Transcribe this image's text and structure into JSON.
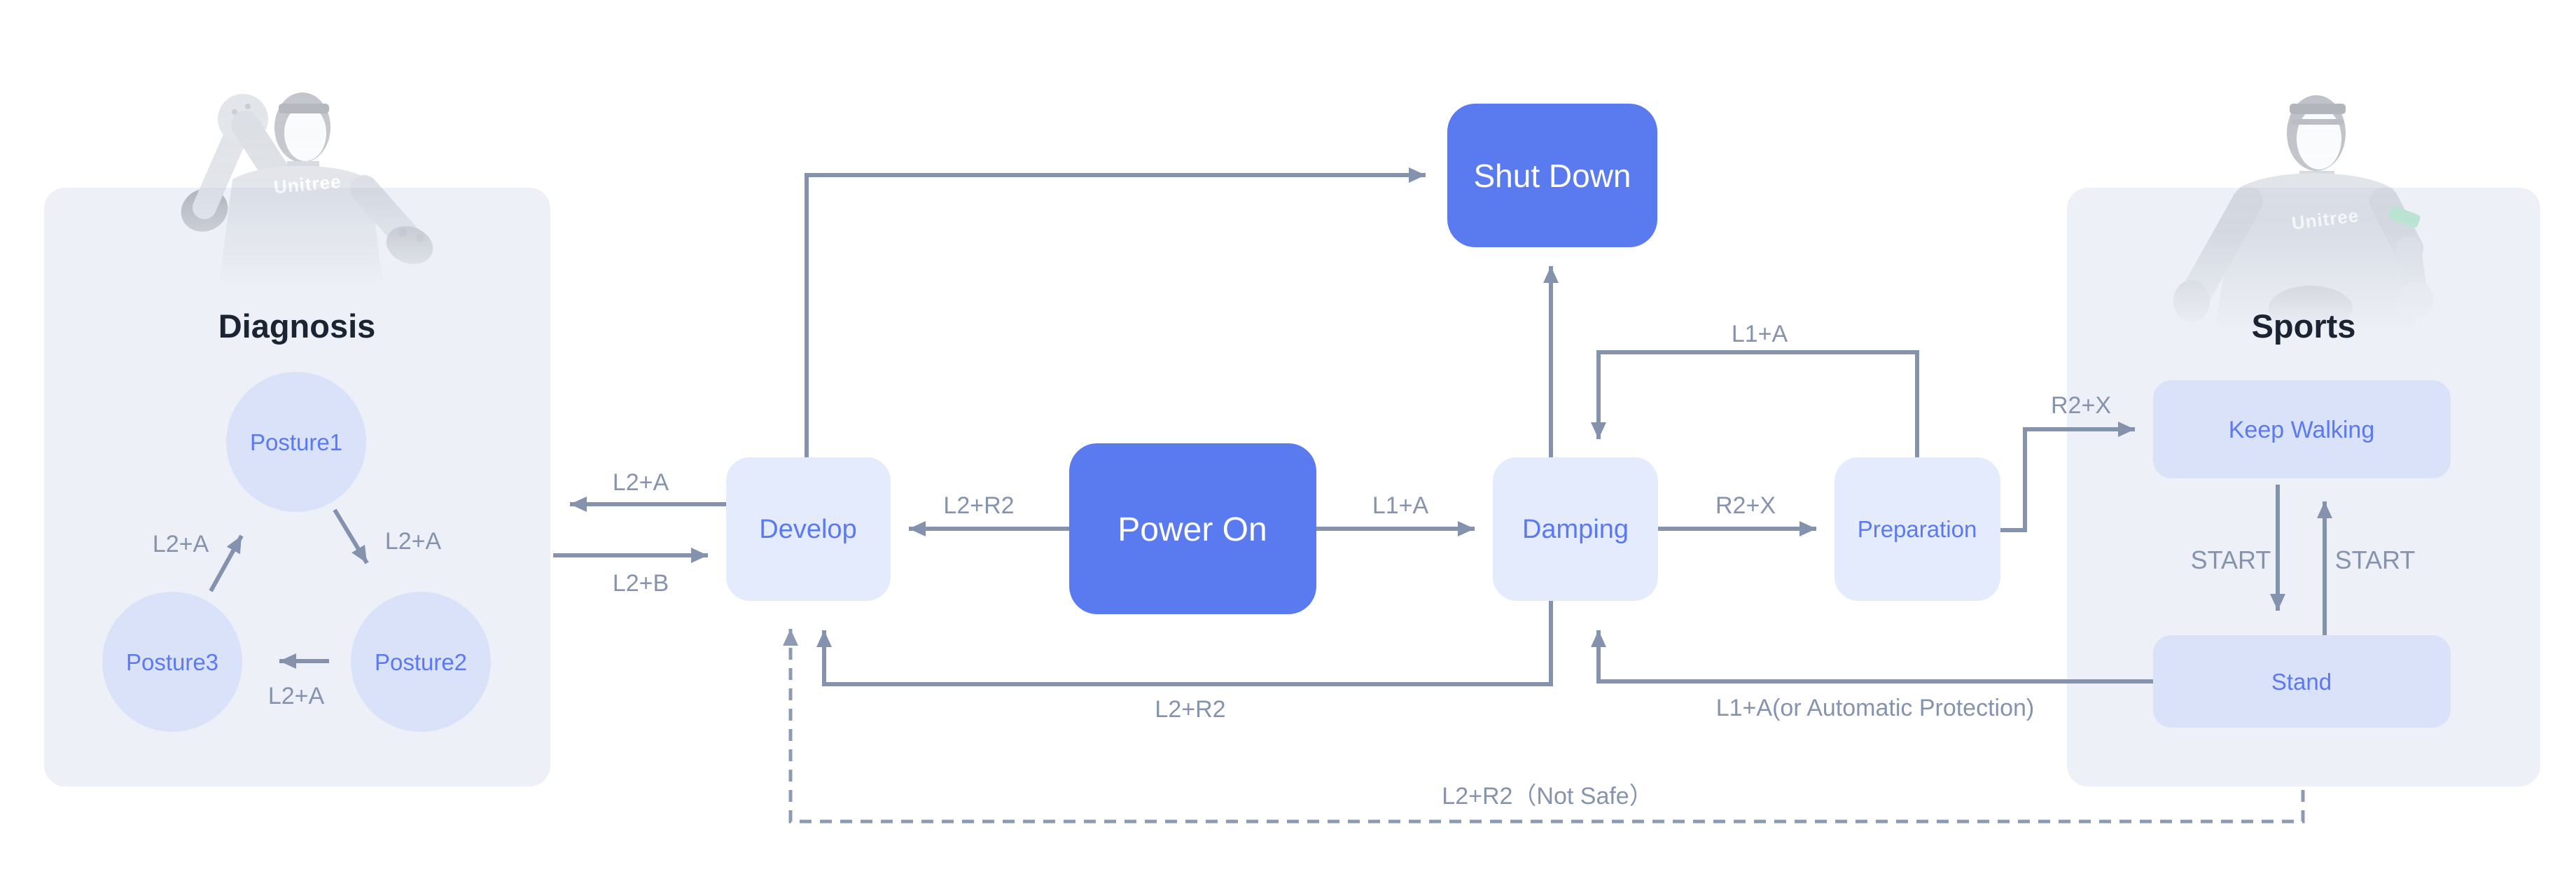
{
  "diagram": {
    "background": "#ffffff",
    "colors": {
      "panel_bg": "#edf0f6",
      "primary_node_bg": "#5a7bf0",
      "primary_node_text": "#ffffff",
      "light_node_bg": "#e3ebfc",
      "circle_node_bg": "#d9e2f9",
      "node_text": "#5b79f2",
      "arrow": "#8492ae",
      "edge_label": "#8593ae",
      "panel_title": "#1a2433",
      "armband_green": "#82d6a8"
    },
    "nodes": {
      "power_on": {
        "label": "Power On"
      },
      "shut_down": {
        "label": "Shut Down"
      },
      "develop": {
        "label": "Develop"
      },
      "damping": {
        "label": "Damping"
      },
      "preparation": {
        "label": "Preparation"
      }
    },
    "edges": {
      "develop_to_shut_down": {
        "from": "develop",
        "to": "shut_down",
        "label": "",
        "style": "solid"
      },
      "damping_to_shut_down": {
        "from": "damping",
        "to": "shut_down",
        "label": "",
        "style": "solid"
      },
      "power_to_develop": {
        "from": "power_on",
        "to": "develop",
        "label": "L2+R2",
        "style": "solid"
      },
      "power_to_damping": {
        "from": "power_on",
        "to": "damping",
        "label": "L1+A",
        "style": "solid"
      },
      "damping_to_preparation": {
        "from": "damping",
        "to": "preparation",
        "label": "R2+X",
        "style": "solid"
      },
      "preparation_to_damping": {
        "from": "preparation",
        "to": "damping",
        "label": "L1+A",
        "style": "solid"
      },
      "preparation_to_keep_walking": {
        "from": "preparation",
        "to": "keep_walking",
        "label": "R2+X",
        "style": "solid"
      },
      "develop_to_diagnosis": {
        "from": "develop",
        "to": "diagnosis",
        "label": "L2+A",
        "style": "solid"
      },
      "diagnosis_to_develop": {
        "from": "diagnosis",
        "to": "develop",
        "label": "L2+B",
        "style": "solid"
      },
      "damping_to_develop": {
        "from": "damping",
        "to": "develop",
        "label": "L2+R2",
        "style": "solid"
      },
      "stand_to_damping": {
        "from": "stand",
        "to": "damping",
        "label": "L1+A(or Automatic Protection)",
        "style": "solid"
      },
      "stand_to_develop_not_safe": {
        "from": "stand",
        "to": "develop",
        "label": "L2+R2（Not Safe）",
        "style": "dashed"
      }
    },
    "panels": {
      "diagnosis": {
        "title": "Diagnosis",
        "brand": "Unitree",
        "nodes": [
          {
            "id": "posture1",
            "label": "Posture1"
          },
          {
            "id": "posture2",
            "label": "Posture2"
          },
          {
            "id": "posture3",
            "label": "Posture3"
          }
        ],
        "edges": [
          {
            "from": "posture1",
            "to": "posture2",
            "label": "L2+A"
          },
          {
            "from": "posture2",
            "to": "posture3",
            "label": "L2+A"
          },
          {
            "from": "posture3",
            "to": "posture1",
            "label": "L2+A"
          }
        ]
      },
      "sports": {
        "title": "Sports",
        "brand": "Unitree",
        "nodes": [
          {
            "id": "keep_walking",
            "label": "Keep Walking"
          },
          {
            "id": "stand",
            "label": "Stand"
          }
        ],
        "edges": [
          {
            "from": "keep_walking",
            "to": "stand",
            "label": "START"
          },
          {
            "from": "stand",
            "to": "keep_walking",
            "label": "START"
          }
        ]
      }
    }
  }
}
